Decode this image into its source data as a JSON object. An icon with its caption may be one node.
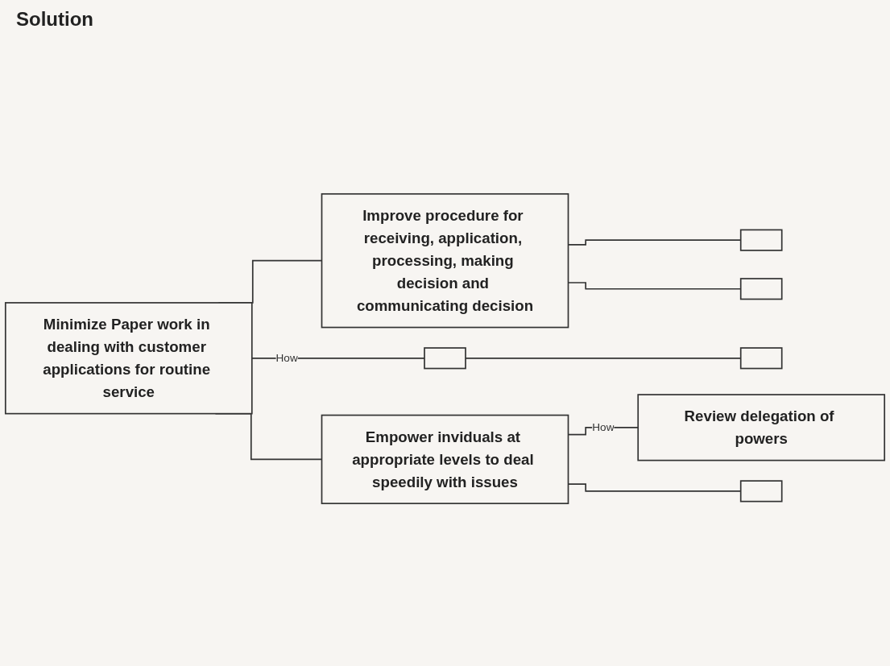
{
  "diagram": {
    "nodes": [
      {
        "text": [
          "Minimize Paper work in dealing with customer applications for routine service"
        ]
      },
      {
        "text": [
          "Improve procedure for receiving, application, processing, making decision and communicating decision"
        ]
      },
      {
        "text": [],
        "shape": "box"
      },
      {
        "text": [],
        "shape": "box"
      },
      {
        "text": [],
        "shape": "box"
      },
      {
        "text": [],
        "shape": "box"
      },
      {
        "text": [
          "Empower inviduals at appropriate levels to deal speedily with issues"
        ]
      },
      {
        "text": [
          "Review delegation of powers"
        ]
      },
      {
        "text": [],
        "shape": "box"
      }
    ],
    "edges": [
      {
        "from": 0,
        "to": 1,
        "arrow": "none"
      },
      {
        "from": 0,
        "to": 4,
        "label": "How",
        "arrow": "none"
      },
      {
        "from": 0,
        "to": 6,
        "arrow": "none"
      },
      {
        "from": 1,
        "to": 2,
        "arrow": "none"
      },
      {
        "from": 1,
        "to": 3,
        "arrow": "none"
      },
      {
        "from": 4,
        "to": 5,
        "arrow": "none"
      },
      {
        "from": 6,
        "to": 7,
        "label": "How",
        "arrow": "none"
      },
      {
        "from": 6,
        "to": 8,
        "arrow": "none"
      }
    ],
    "labels": [
      "Solution"
    ]
  }
}
